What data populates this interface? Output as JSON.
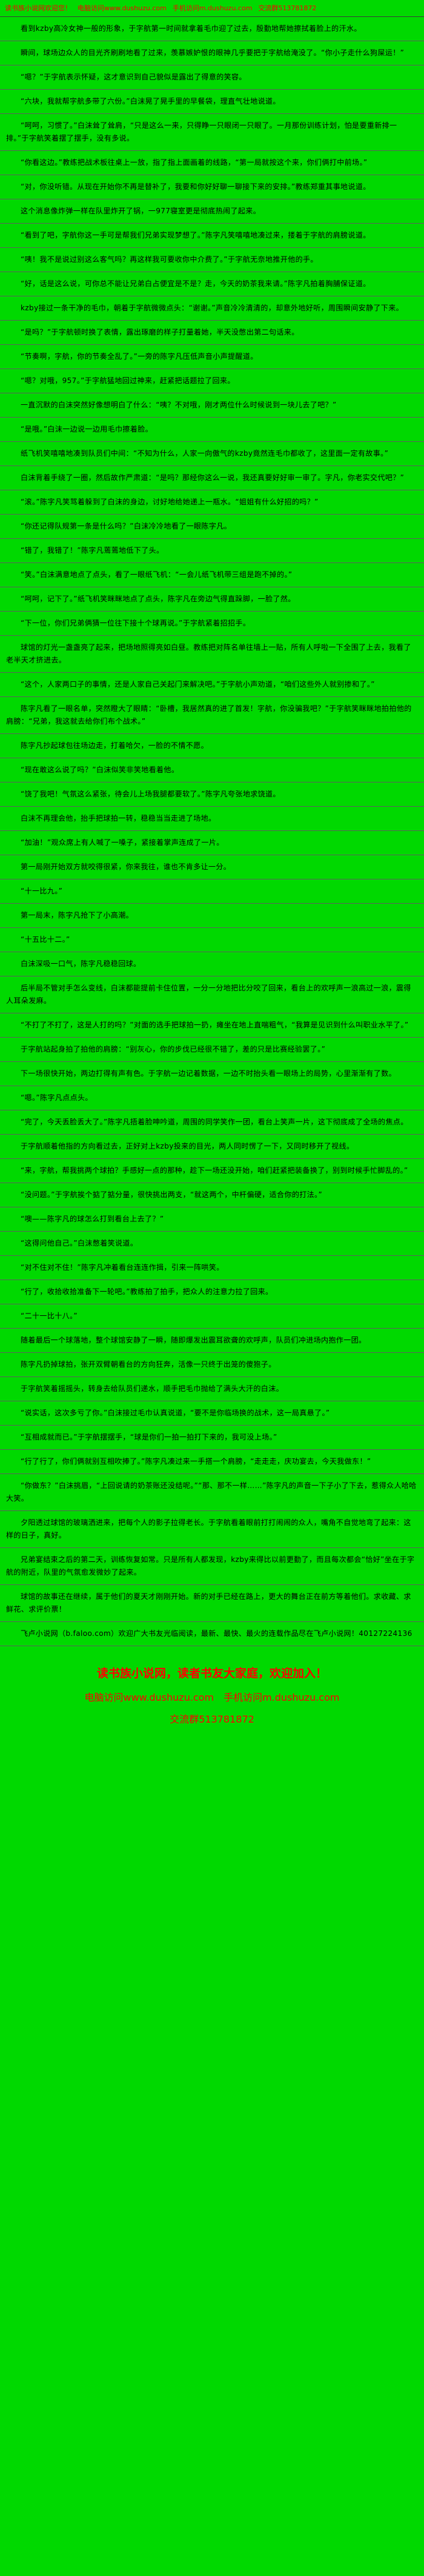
{
  "colors": {
    "background": "#00D900",
    "body_text": "#000000",
    "notice_red": "#FF0000",
    "separator_gray": "#5E5E5E"
  },
  "header": {
    "welcome": "读书族小说网欢迎您！",
    "pc_link": "电脑访问www.dushuzu.com",
    "mobile_link": "手机访问m.dushuzu.com",
    "group": "交流群513781872"
  },
  "paragraphs": [
    "看到kzby高冷女神一般的形象，于字航第一时间就拿着毛巾迎了过去，殷勤地帮她擦拭着脸上的汗水。",
    "瞬间，球场边众人的目光齐刷刷地看了过来，羡慕嫉妒恨的眼神几乎要把于字航给淹没了。“你小子走什么狗屎运！”",
    "“嗯？”于字航表示怀疑，这才意识到自己貌似是露出了得意的笑容。",
    "“六块，我就帮字航多带了六份。”白沫晃了晃手里的早餐袋，理直气壮地说道。",
    "“呵呵，习惯了。”白沫耸了耸肩，“只是这么一来，只得睁一只眼闭一只眼了。一月那份训练计划，怕是要重新排一排。”于字航笑着摆了摆手，没有多说。",
    "“你看这边。”教练把战术板往桌上一放，指了指上面画着的线路，“第一局就按这个来，你们俩打中前场。”",
    "“对，你没听错。从现在开始你不再是替补了，我要和你好好聊一聊接下来的安排。”教练郑重其事地说道。",
    "这个消息像炸弹一样在队里炸开了锅，一977寝室更是彻底热闹了起来。",
    "“看到了吧，字航你这一手可是帮我们兄弟实现梦想了。”陈字凡笑嘻嘻地凑过来，搂着于字航的肩膀说道。",
    "“咦！我不是说过别这么客气吗？再这样我可要收你中介费了。”于字航无奈地推开他的手。",
    "“好，话是这么说，可你总不能让兄弟白占便宜是不是？走，今天的奶茶我来请。”陈字凡拍着胸脯保证道。",
    "kzby接过一条干净的毛巾，朝着于字航微微点头：“谢谢。”声音冷冷清清的，却意外地好听，周围瞬间安静了下来。",
    "“是吗？”于字航顿时换了表情，露出琢磨的样子打量着她，半天没憋出第二句话来。",
    "“节奏啊，字航，你的节奏全乱了。”一旁的陈字凡压低声音小声提醒道。",
    "“嗯？对哦，957。”于字航猛地回过神来，赶紧把话题拉了回来。",
    "一直沉默的白沫突然好像想明白了什么：“咦？不对哦，刚才两位什么时候说到一块儿去了吧？”",
    "“是哦。”白沫一边说一边用毛巾擦着脸。",
    "纸飞机笑嘻嘻地凑到队员们中间：“不知为什么，人家一向傲气的kzby竟然连毛巾都收了，这里面一定有故事。”",
    "白沫背着手绕了一圈，然后故作严肃道：“是吗？那经你这么一说，我还真要好好审一审了。字凡，你老实交代吧？”",
    "“滚。”陈字凡笑骂着躲到了白沫的身边，讨好地给她递上一瓶水。“姐姐有什么好招的吗？”",
    "“你还记得队规第一条是什么吗？”白沫冷冷地看了一眼陈字凡。",
    "“错了，我错了！”陈字凡蔫蔫地低下了头。",
    "“笑。”白沫满意地点了点头，看了一眼纸飞机：“一会儿纸飞机带三组是跑不掉的。”",
    "“呵呵，记下了。”纸飞机笑眯眯地点了点头，陈字凡在旁边气得直跺脚，一脸了然。",
    "“下一位，你们兄弟俩猜一位往下接十个球再说。”于字航紧着招招手。",
    "球馆的灯光一盏盏亮了起来，把场地照得亮如白昼。教练把对阵名单往墙上一贴，所有人呼啦一下全围了上去，我看了老半天才挤进去。",
    "“这个，人家两口子的事情，还是人家自己关起门来解决吧。”于字航小声劝道，“咱们这些外人就别掺和了。”",
    "陈字凡看了一眼名单，突然瞪大了眼睛：“卧槽，我居然真的进了首发！字航，你没骗我吧？”于字航笑眯眯地拍拍他的肩膀：“兄弟，我这就去给你们布个战术。”",
    "陈字凡抄起球包往场边走，打着哈欠，一脸的不情不愿。",
    "“现在敢这么说了吗？”白沫似笑非笑地看着他。",
    "“饶了我吧！气氛这么紧张，待会儿上场我腿都要软了。”陈字凡夸张地求饶道。",
    "白沫不再理会他，抬手把球拍一转，稳稳当当走进了场地。",
    "“加油！”观众席上有人喊了一嗓子，紧接着掌声连成了一片。",
    "第一局刚开始双方就咬得很紧，你来我往，谁也不肯多让一分。",
    "“十一比九。”",
    "第一局末，陈字凡抢下了小高潮。",
    "“十五比十二。”",
    "白沫深吸一口气，陈字凡稳稳回球。",
    "后半局不管对手怎么变线，白沫都能提前卡住位置，一分一分地把比分咬了回来，看台上的欢呼声一浪高过一浪，震得人耳朵发麻。",
    "“不打了不打了，这是人打的吗？”对面的选手把球拍一扔，瘫坐在地上直喘粗气，“我算是见识到什么叫职业水平了。”",
    "于字航站起身拍了拍他的肩膀：“别灰心，你的步伐已经很不错了，差的只是比赛经验罢了。”",
    "下一场很快开始，两边打得有声有色。于字航一边记着数据，一边不时抬头看一眼场上的局势，心里渐渐有了数。",
    "“嗯。”陈字凡点点头。",
    "“完了，今天丢脸丢大了。”陈字凡捂着脸呻吟道，周围的同学笑作一团，看台上笑声一片，这下彻底成了全场的焦点。",
    "于字航顺着他指的方向看过去，正好对上kzby投来的目光，两人同时愣了一下，又同时移开了视线。",
    "“来，字航，帮我挑两个球拍？手感好一点的那种，趁下一场还没开始，咱们赶紧把装备换了，别到时候手忙脚乱的。”",
    "“没问题。”于字航挨个掂了掂分量，很快挑出两支，“就这两个，中杆偏硬，适合你的打法。”",
    "“噢——陈字凡的球怎么打到看台上去了？”",
    "“这得问他自己。”白沫憋着笑说道。",
    "“对不住对不住！”陈字凡冲着看台连连作揖，引来一阵哄笑。",
    "“行了，收拾收拾准备下一轮吧。”教练拍了拍手，把众人的注意力拉了回来。",
    "“二十一比十八。”",
    "随着最后一个球落地，整个球馆安静了一瞬，随即爆发出震耳欲聋的欢呼声，队员们冲进场内抱作一团。",
    "陈字凡扔掉球拍，张开双臂朝看台的方向狂奔，活像一只终于出笼的傻狍子。",
    "于字航笑着摇摇头，转身去给队员们递水，顺手把毛巾抛给了满头大汗的白沫。",
    "“说实话，这次多亏了你。”白沫接过毛巾认真说道，“要不是你临场换的战术，这一局真悬了。”",
    "“互相成就而已。”于字航摆摆手，“球是你们一拍一拍打下来的，我可没上场。”",
    "“行了行了，你们俩就别互相吹捧了。”陈字凡凑过来一手搭一个肩膀，“走走走，庆功宴去，今天我做东！”",
    "“你做东？”白沫挑眉，“上回说请的奶茶账还没结呢。”“那、那不一样……”陈字凡的声音一下子小了下去，惹得众人哈哈大笑。",
    "夕阳透过球馆的玻璃洒进来，把每个人的影子拉得老长。于字航看着眼前打打闹闹的众人，嘴角不自觉地弯了起来：这样的日子，真好。",
    "兄弟宴结束之后的第二天，训练恢复如常。只是所有人都发现，kzby来得比以前更勤了，而且每次都会“恰好”坐在于字航的附近，队里的气氛愈发微妙了起来。",
    "球馆的故事还在继续，属于他们的夏天才刚刚开始。新的对手已经在路上，更大的舞台正在前方等着他们。求收藏、求鲜花、求评价票！",
    "飞卢小说网（b.faloo.com）欢迎广大书友光临阅读，最新、最快、最火的连载作品尽在飞卢小说网！40127224136"
  ],
  "footer": {
    "line1": "读书族小说网，读者书友大家庭，欢迎加入！",
    "pc_link": "电脑访问www.dushuzu.com",
    "mobile_link": "手机访问m.dushuzu.com",
    "group": "交流群513781872"
  }
}
